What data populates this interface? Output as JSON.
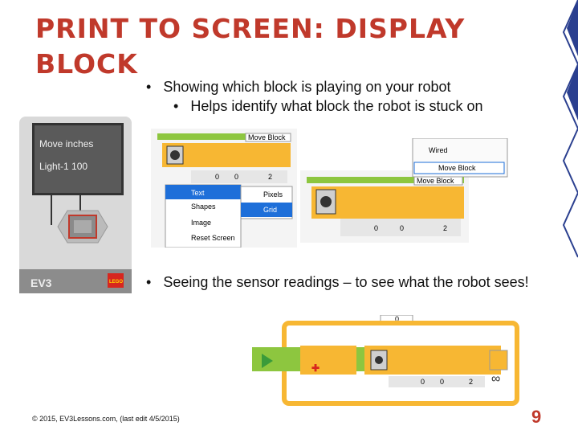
{
  "slide": {
    "title": "PRINT TO SCREEN: DISPLAY BLOCK",
    "bullets": [
      "Showing which block is playing on your robot",
      "Helps identify what block the robot is stuck on",
      "Seeing the sensor readings – to see what the robot sees!"
    ],
    "bullet_symbol": "•",
    "footer": "© 2015, EV3Lessons.com, (last edit 4/5/2015)",
    "page_number": "9"
  },
  "ev3": {
    "screen_line1": "Move inches",
    "screen_line2": "Light-1  100",
    "brand": "EV3",
    "logo": "LEGO"
  },
  "menu1": {
    "header": "Move Block",
    "params": [
      "0",
      "0",
      "2"
    ],
    "items": [
      "Text",
      "Shapes",
      "Image",
      "Reset Screen"
    ],
    "submenu": [
      "Pixels",
      "Grid"
    ]
  },
  "menu2": {
    "header": "Move Block",
    "params": [
      "0",
      "0",
      "2"
    ],
    "dropdown_label": "Wired",
    "dropdown_value": "Move Block"
  },
  "program": {
    "top_value": "0",
    "params": [
      "0",
      "0",
      "2"
    ]
  },
  "colors": {
    "title": "#c0392b",
    "accent_green": "#8dc63f",
    "accent_orange": "#f7b733",
    "selected_blue": "#1e6fd9"
  },
  "icons": [
    "ev3-brick-icon",
    "display-block-icon",
    "text-icon",
    "shapes-icon",
    "image-icon",
    "reset-screen-icon",
    "pixels-icon",
    "grid-icon",
    "sensor-icon",
    "loop-icon",
    "start-icon"
  ]
}
